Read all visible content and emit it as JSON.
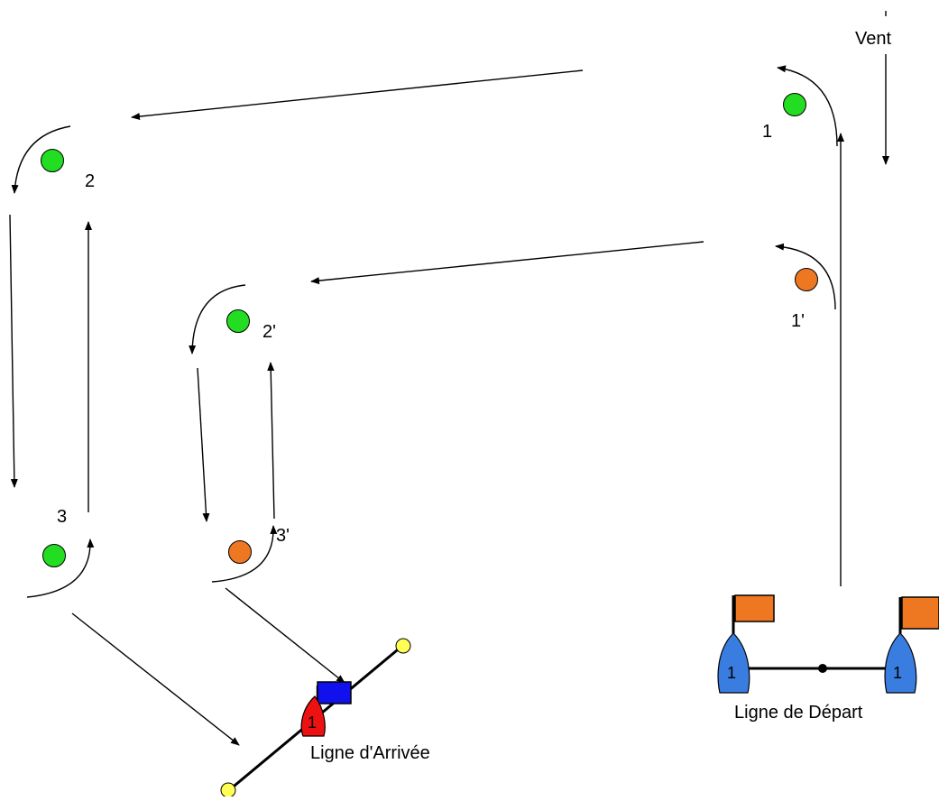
{
  "wind_label": "Vent",
  "marks": {
    "m1": {
      "label": "1",
      "color": "#22dd22"
    },
    "m1p": {
      "label": "1'",
      "color": "#ee7722"
    },
    "m2": {
      "label": "2",
      "color": "#22dd22"
    },
    "m2p": {
      "label": "2'",
      "color": "#22dd22"
    },
    "m3": {
      "label": "3",
      "color": "#22dd22"
    },
    "m3p": {
      "label": "3'",
      "color": "#ee7722"
    }
  },
  "start_line": {
    "label": "Ligne de Départ",
    "boat_label": "1",
    "boat_color": "#3a7de0",
    "flag_color": "#ee7722"
  },
  "finish_line": {
    "label": "Ligne d'Arrivée",
    "boat_label": "1",
    "boat_color": "#ee1111",
    "flag_color": "#1111ee",
    "buoy_color": "#ffff55"
  }
}
